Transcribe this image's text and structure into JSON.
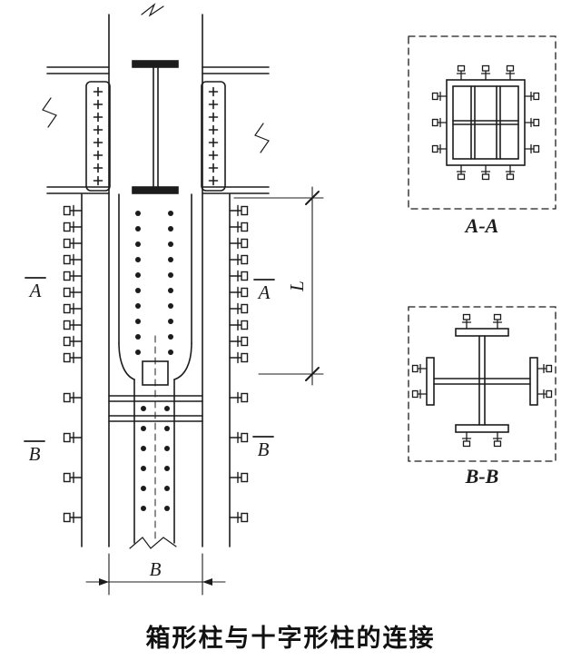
{
  "caption": "箱形柱与十字形柱的连接",
  "labels": {
    "marker_a": "A",
    "marker_b": "B",
    "dim_l": "L",
    "dim_b": "B",
    "view_aa": "A-A",
    "view_bb": "B-B"
  },
  "colors": {
    "ink": "#1c1c1c",
    "background": "#ffffff"
  }
}
